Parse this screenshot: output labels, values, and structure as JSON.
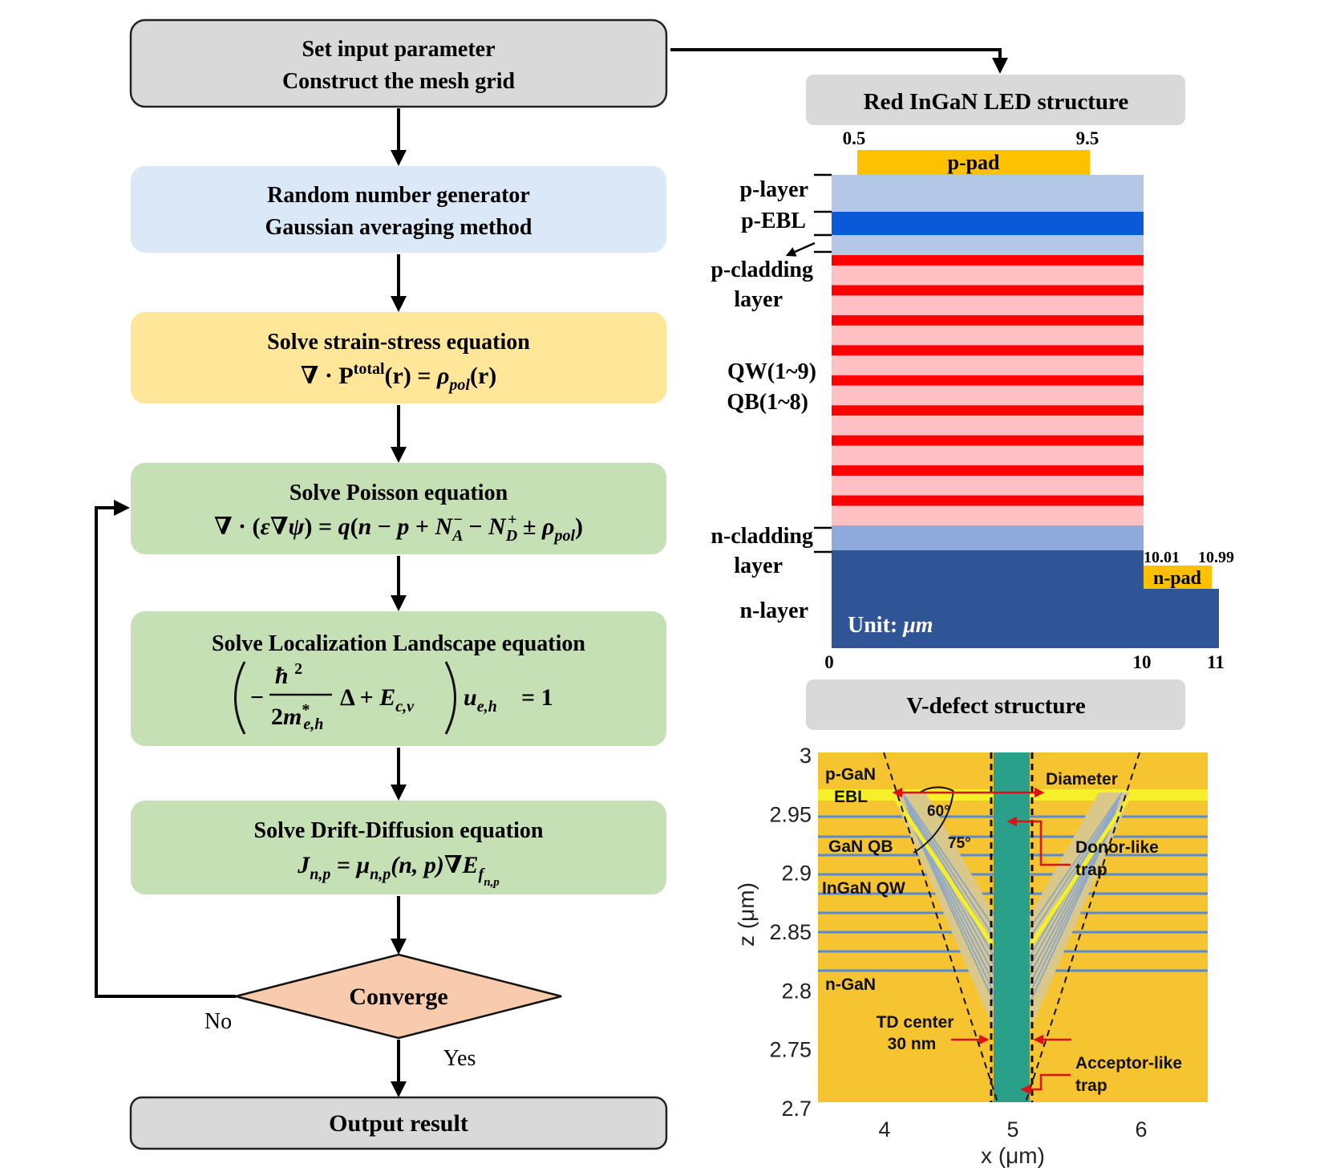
{
  "flowchart": {
    "input_step": {
      "line1": "Set input parameter",
      "line2": "Construct the mesh grid"
    },
    "random_step": {
      "line1": "Random number generator",
      "line2": "Gaussian averaging method"
    },
    "strain_step": {
      "title": "Solve strain-stress equation",
      "equation": "∇ · P^total(r) = ρ_pol(r)"
    },
    "poisson_step": {
      "title": "Solve Poisson equation",
      "equation": "∇ · (ε∇ψ) = q(n − p + N_A^− − N_D^+ ± ρ_pol)"
    },
    "landscape_step": {
      "title": "Solve Localization Landscape equation",
      "equation": "(−ħ²/2m*_{e,h} Δ + E_{c,v}) u_{e,h} = 1"
    },
    "drift_step": {
      "title": "Solve Drift-Diffusion equation",
      "equation": "J_{n,p} = μ_{n,p}(n,p)∇E_{f_{n,p}}"
    },
    "decision": {
      "label": "Converge",
      "no": "No",
      "yes": "Yes"
    },
    "output_step": {
      "label": "Output result"
    }
  },
  "led_structure": {
    "title": "Red InGaN LED structure",
    "ppad_label": "p-pad",
    "ppad_left": "0.5",
    "ppad_right": "9.5",
    "npad_label": "n-pad",
    "npad_left": "10.01",
    "npad_right": "10.99",
    "unit_prefix": "Unit: ",
    "unit_symbol": "μm",
    "x_ticks": [
      "0",
      "10",
      "11"
    ],
    "labels": {
      "p_layer": "p-layer",
      "p_ebl": "p-EBL",
      "p_cladding_1": "p-cladding",
      "p_cladding_2": "layer",
      "qw": "QW(1~9)",
      "qb": "QB(1~8)",
      "n_cladding_1": "n-cladding",
      "n_cladding_2": "layer",
      "n_layer": "n-layer"
    },
    "colors": {
      "ppad": "#ffc000",
      "p_layer": "#b4c7e7",
      "p_ebl": "#0a5ad8",
      "qw": "#ff0000",
      "qb": "#ffc0c4",
      "n_cladding": "#8faadc",
      "n_layer": "#2f5597"
    }
  },
  "vdefect": {
    "title": "V-defect structure",
    "y_ticks": [
      "3",
      "2.95",
      "2.9",
      "2.85",
      "2.8",
      "2.75",
      "2.7"
    ],
    "x_ticks": [
      "4",
      "5",
      "6"
    ],
    "y_label": "z (μm)",
    "x_label": "x (μm)",
    "labels": {
      "pgan": "p-GaN",
      "ebl": "EBL",
      "ganqb": "GaN QB",
      "inganqw": "InGaN QW",
      "ngan": "n-GaN",
      "diameter": "Diameter",
      "angle60": "60°",
      "angle75": "75°",
      "donor1": "Donor-like",
      "donor2": "trap",
      "acceptor1": "Acceptor-like",
      "acceptor2": "trap",
      "td1": "TD center",
      "td2": "30 nm"
    },
    "colors": {
      "bg": "#f7c431",
      "ebl": "#f5f02a",
      "td": "#2aa08a",
      "qw": "#5a8ad0",
      "arrow": "#e01010"
    }
  }
}
